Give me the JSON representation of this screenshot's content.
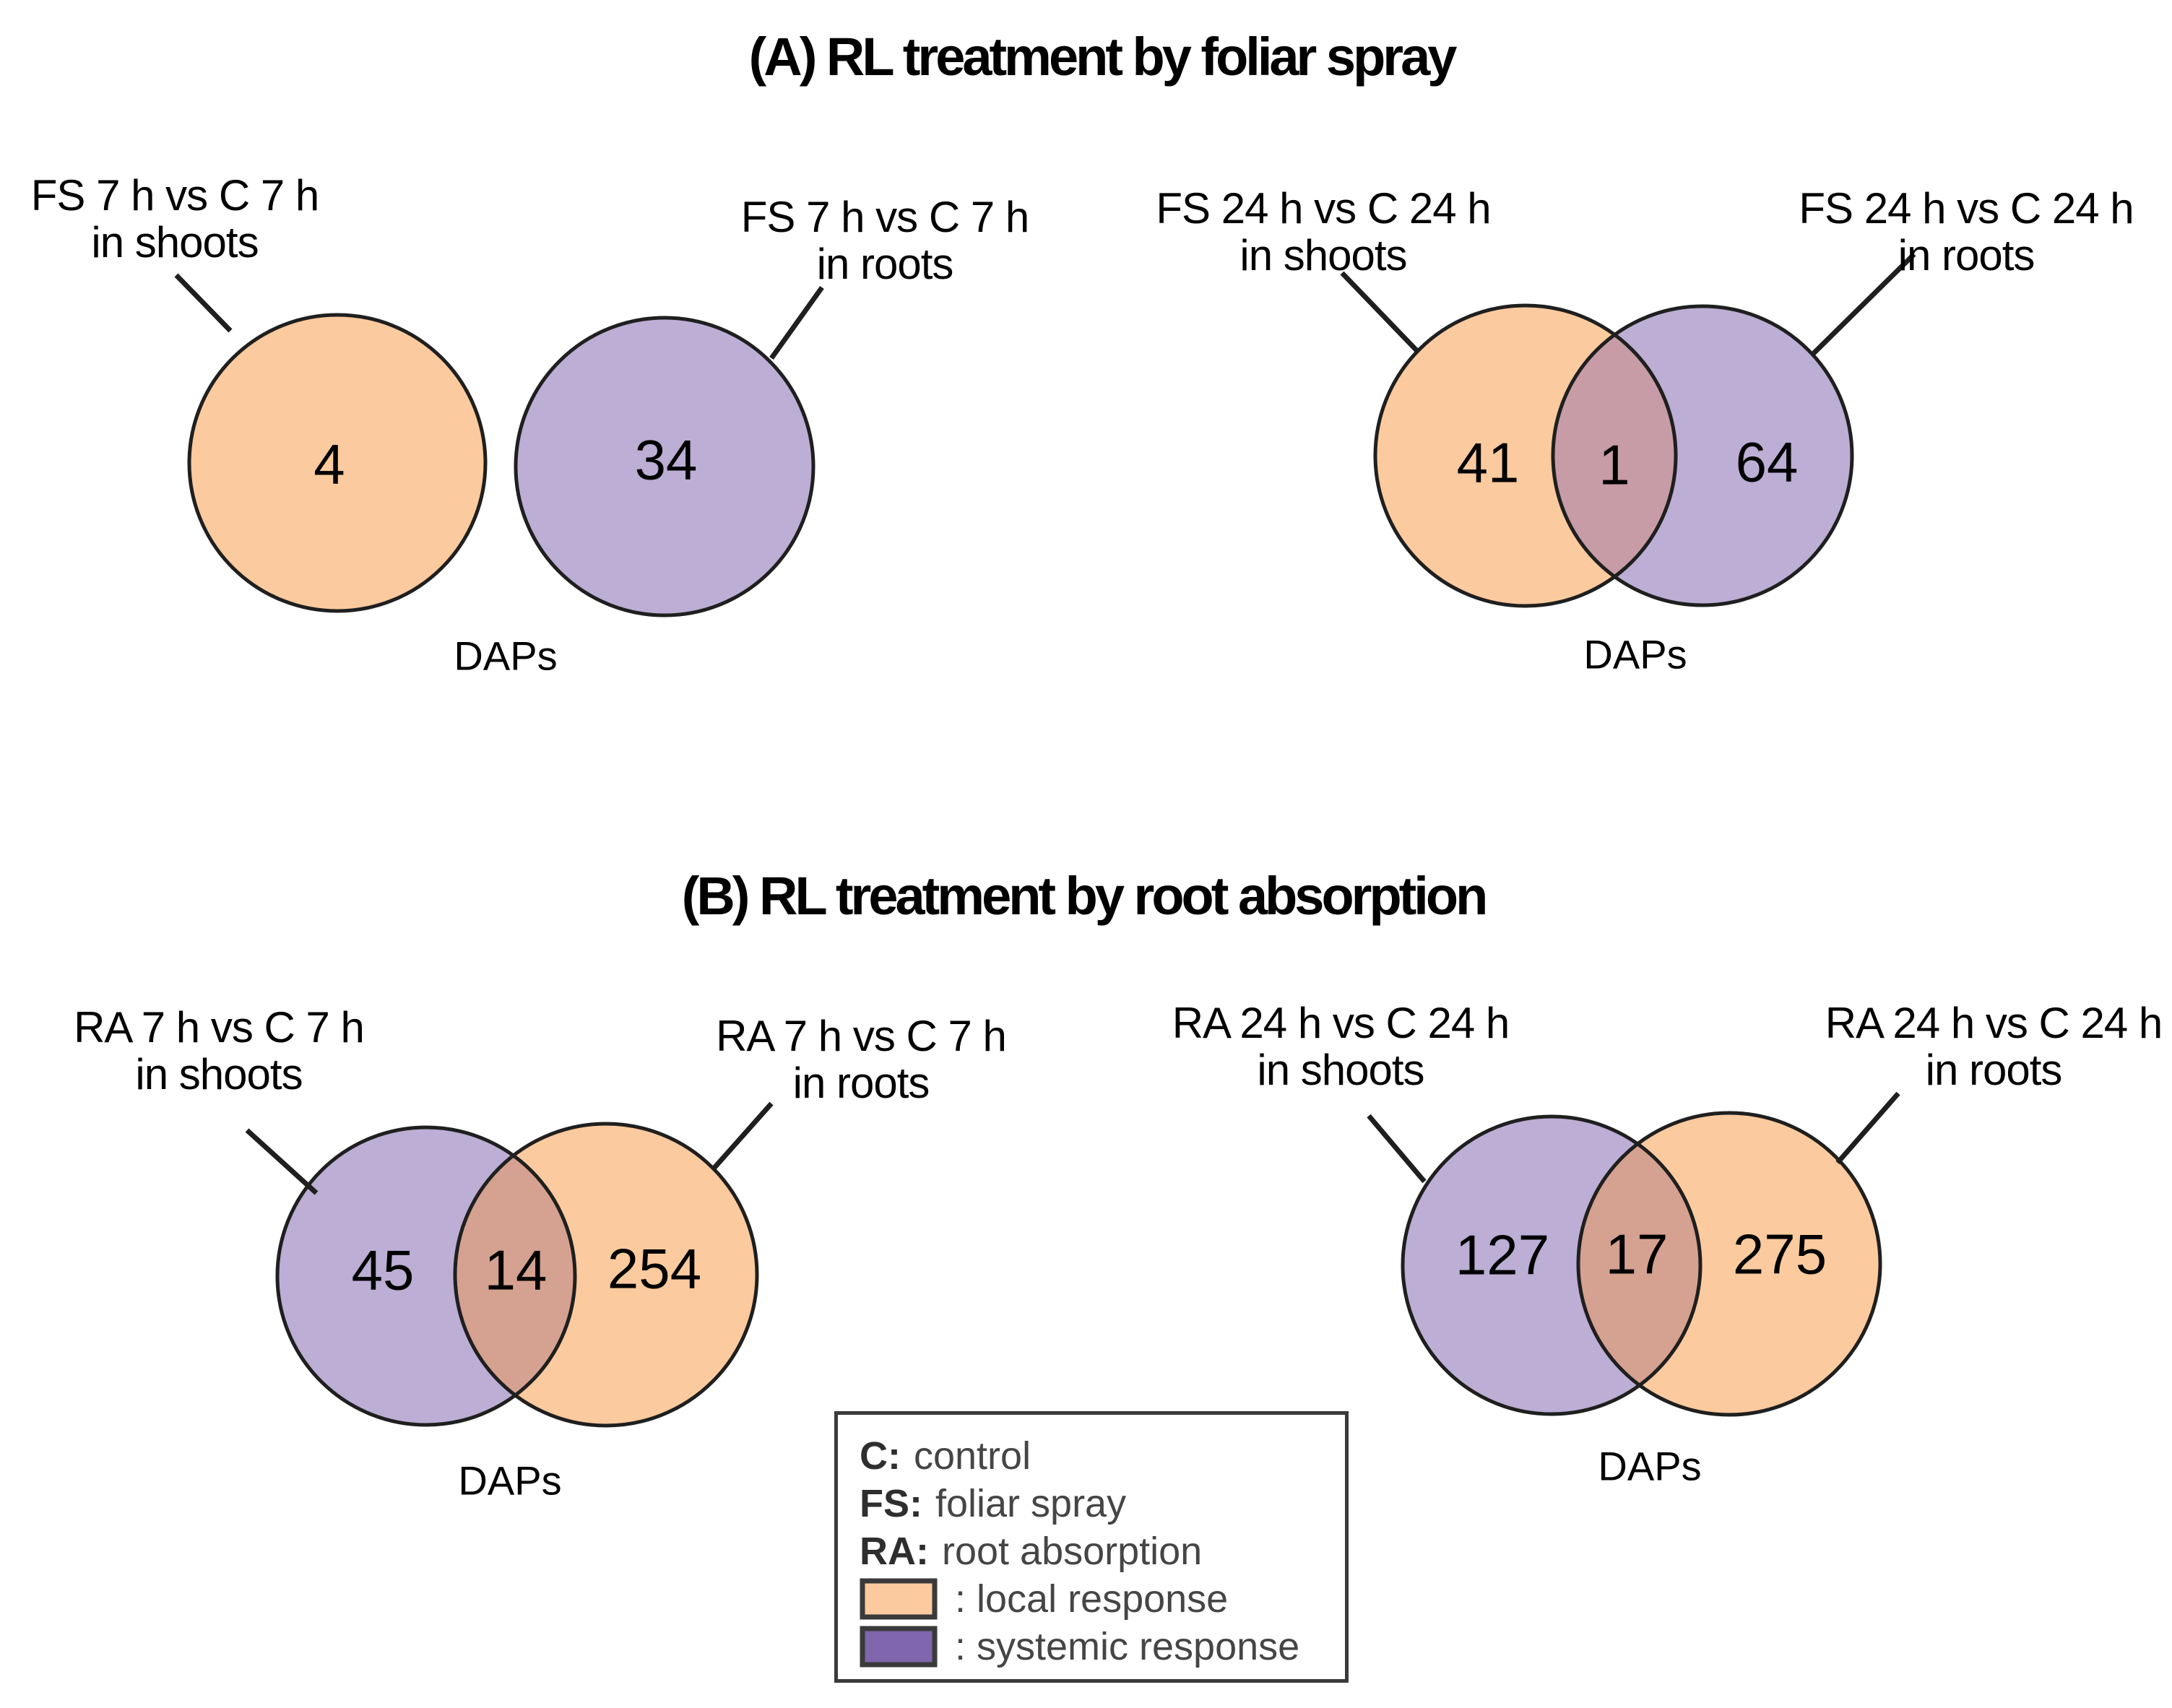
{
  "figure": {
    "title_a": "(A) RL treatment by foliar spray",
    "title_b": "(B) RL treatment by root absorption"
  },
  "venns": {
    "a1": {
      "label_left_1": "FS 7 h vs C 7 h",
      "label_left_2": "in shoots",
      "label_right_1": "FS 7 h vs C 7 h",
      "label_right_2": "in roots",
      "count_left": "4",
      "count_right": "34",
      "caption": "DAPs"
    },
    "a2": {
      "label_left_1": "FS 24 h vs C 24 h",
      "label_left_2": "in shoots",
      "label_right_1": "FS 24 h vs C 24 h",
      "label_right_2": "in roots",
      "count_left": "41",
      "count_overlap": "1",
      "count_right": "64",
      "caption": "DAPs"
    },
    "b1": {
      "label_left_1": "RA 7 h vs C 7 h",
      "label_left_2": "in shoots",
      "label_right_1": "RA 7 h vs C 7 h",
      "label_right_2": "in roots",
      "count_left": "45",
      "count_overlap": "14",
      "count_right": "254",
      "caption": "DAPs"
    },
    "b2": {
      "label_left_1": "RA 24 h vs C 24 h",
      "label_left_2": "in shoots",
      "label_right_1": "RA 24 h vs C 24 h",
      "label_right_2": "in roots",
      "count_left": "127",
      "count_overlap": "17",
      "count_right": "275",
      "caption": "DAPs"
    }
  },
  "legend": {
    "entries": [
      {
        "key": "C:",
        "value": "control"
      },
      {
        "key": "FS:",
        "value": "foliar spray"
      },
      {
        "key": "RA:",
        "value": "root absorption"
      }
    ],
    "local_label": ": local response",
    "systemic_label": ": systemic response"
  },
  "colors": {
    "local_fill": "#FBCA9E",
    "systemic_circle_fill": "#BCAED4",
    "systemic_swatch_fill": "#8066AC",
    "overlap_systemic_over_local": "#C79CA6",
    "overlap_local_over_systemic": "#D5A190",
    "outline": "#1F1F1F",
    "legend_border": "#3A3A3A"
  }
}
